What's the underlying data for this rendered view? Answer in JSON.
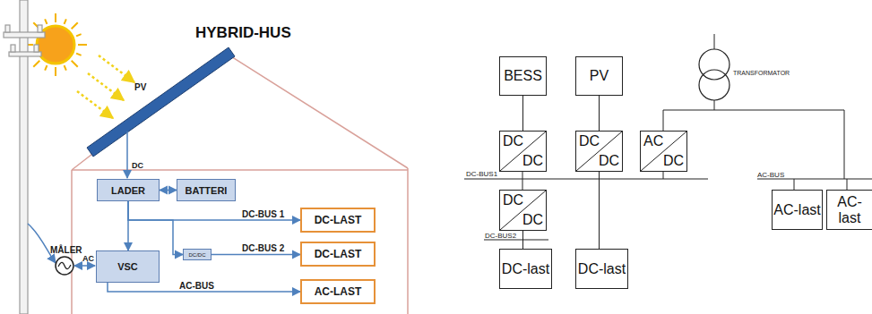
{
  "diagram": {
    "title": "HYBRID-HUS",
    "nodes": [
      {
        "text": [
          "LADER"
        ]
      },
      {
        "text": [
          "BATTERI"
        ]
      },
      {
        "text": [
          "DC-LAST"
        ]
      },
      {
        "text": [
          "VSC"
        ]
      },
      {
        "text": [
          "DC/DC"
        ]
      },
      {
        "text": [
          "DC-LAST"
        ]
      },
      {
        "text": [
          "AC-LAST"
        ]
      },
      {
        "text": [
          "BESS"
        ]
      },
      {
        "text": [
          "PV"
        ]
      },
      {
        "text": [
          "DC",
          "DC"
        ]
      },
      {
        "text": [
          "DC",
          "DC"
        ]
      },
      {
        "text": [
          "AC",
          "DC"
        ]
      },
      {
        "text": [
          "DC",
          "DC"
        ]
      },
      {
        "text": [
          "DC-last"
        ]
      },
      {
        "text": [
          "DC-last"
        ]
      },
      {
        "text": [
          "AC-last"
        ]
      },
      {
        "text": [
          "AC-last"
        ]
      }
    ],
    "edges": [
      {
        "from": 0,
        "to": 1,
        "arrow": "both"
      },
      {
        "from": 0,
        "to": 2,
        "arrow": "to"
      },
      {
        "from": 0,
        "to": 3,
        "arrow": "to"
      },
      {
        "from": 0,
        "to": 4,
        "arrow": "to"
      },
      {
        "from": 4,
        "to": 5,
        "arrow": "to"
      },
      {
        "from": 3,
        "to": 6,
        "arrow": "to"
      },
      {
        "from": 7,
        "to": 9,
        "arrow": "none"
      },
      {
        "from": 8,
        "to": 10,
        "arrow": "none"
      },
      {
        "from": 12,
        "to": 13,
        "arrow": "none"
      },
      {
        "from": 10,
        "to": 14,
        "arrow": "none"
      }
    ],
    "labels": [
      "PV",
      "DC",
      "DC-BUS 1",
      "DC-BUS 2",
      "MÅLER",
      "AC",
      "AC-BUS",
      "TRANSFORMATOR",
      "DC-BUS1",
      "DC-BUS2",
      "AC-BUS"
    ]
  }
}
